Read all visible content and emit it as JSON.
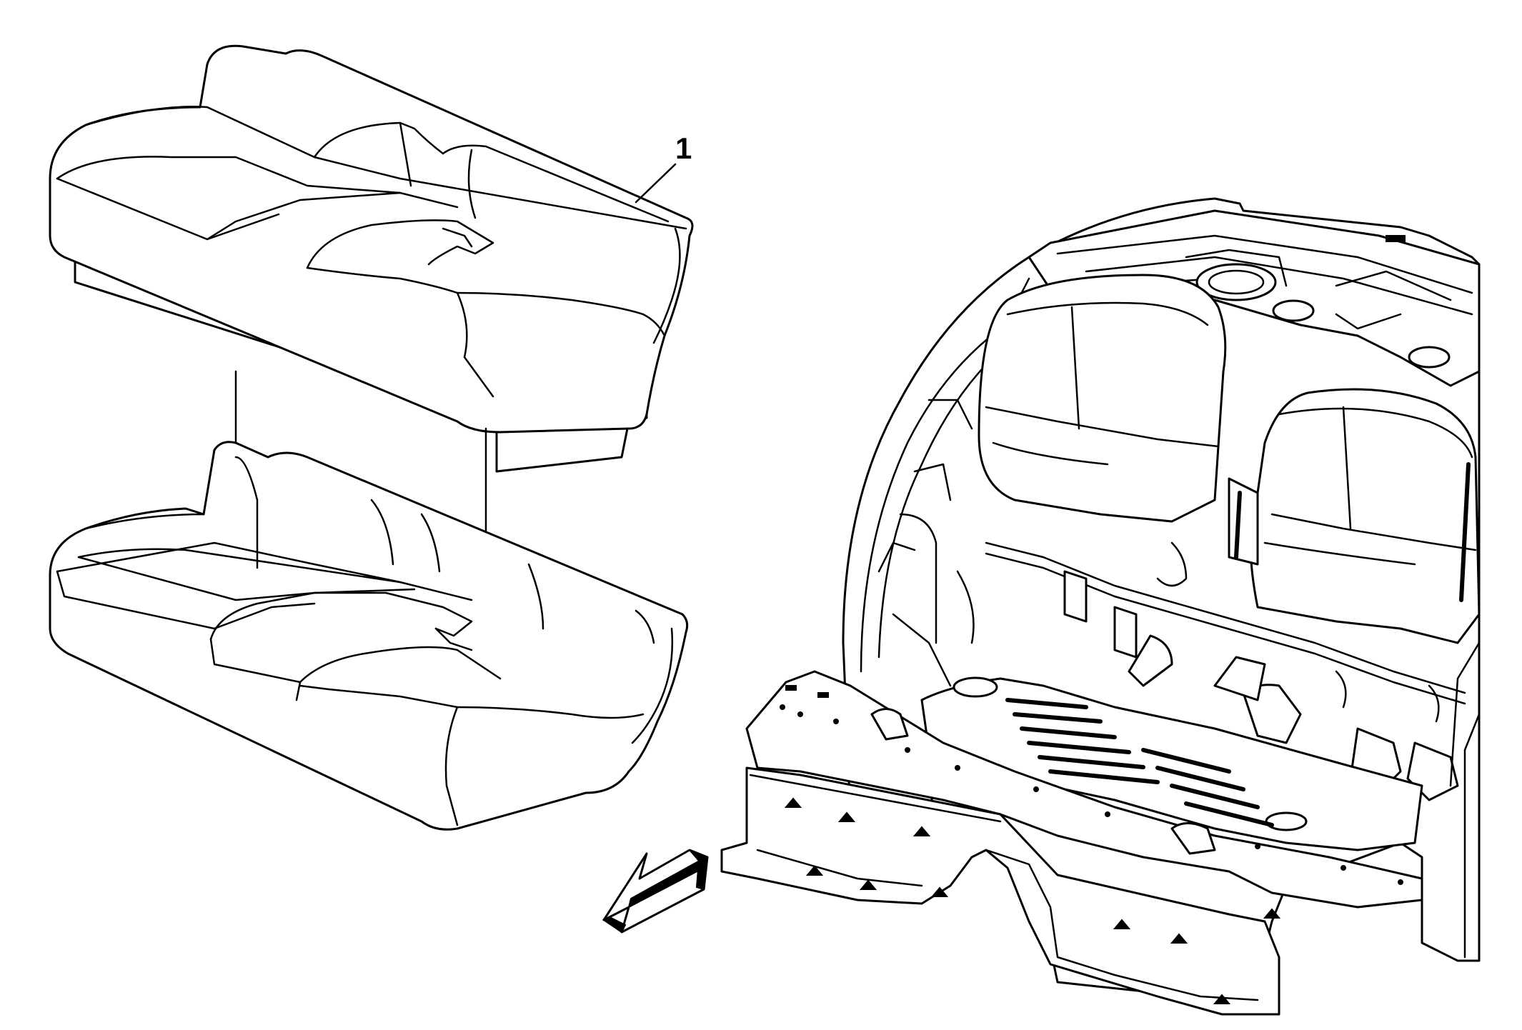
{
  "diagram": {
    "callouts": [
      {
        "id": "1",
        "label": "1"
      }
    ],
    "parts": [
      {
        "name": "rear-seat-back-cushion"
      },
      {
        "name": "rear-seat-cushion"
      },
      {
        "name": "vehicle-rear-floor-body"
      }
    ],
    "direction_arrow": {
      "icon": "front-direction-arrow-icon"
    },
    "colors": {
      "line": "#000000",
      "fill": "#ffffff"
    }
  }
}
